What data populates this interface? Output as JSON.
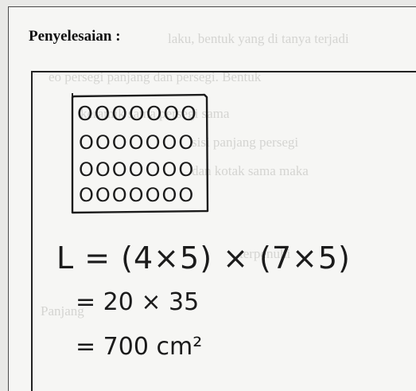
{
  "heading": "Penyelesaian :",
  "grid_rows": [
    "OOOOOOO",
    "OOOOOOO",
    "OOOOOOO",
    "OOOOOOO"
  ],
  "work": {
    "line1": "L = (4×5) × (7×5)",
    "line2": "= 20 × 35",
    "line3": "= 700 cm²"
  },
  "colors": {
    "ink": "#1b1b1b",
    "paper": "#f6f6f4",
    "bleed": "#b9b9b6"
  }
}
